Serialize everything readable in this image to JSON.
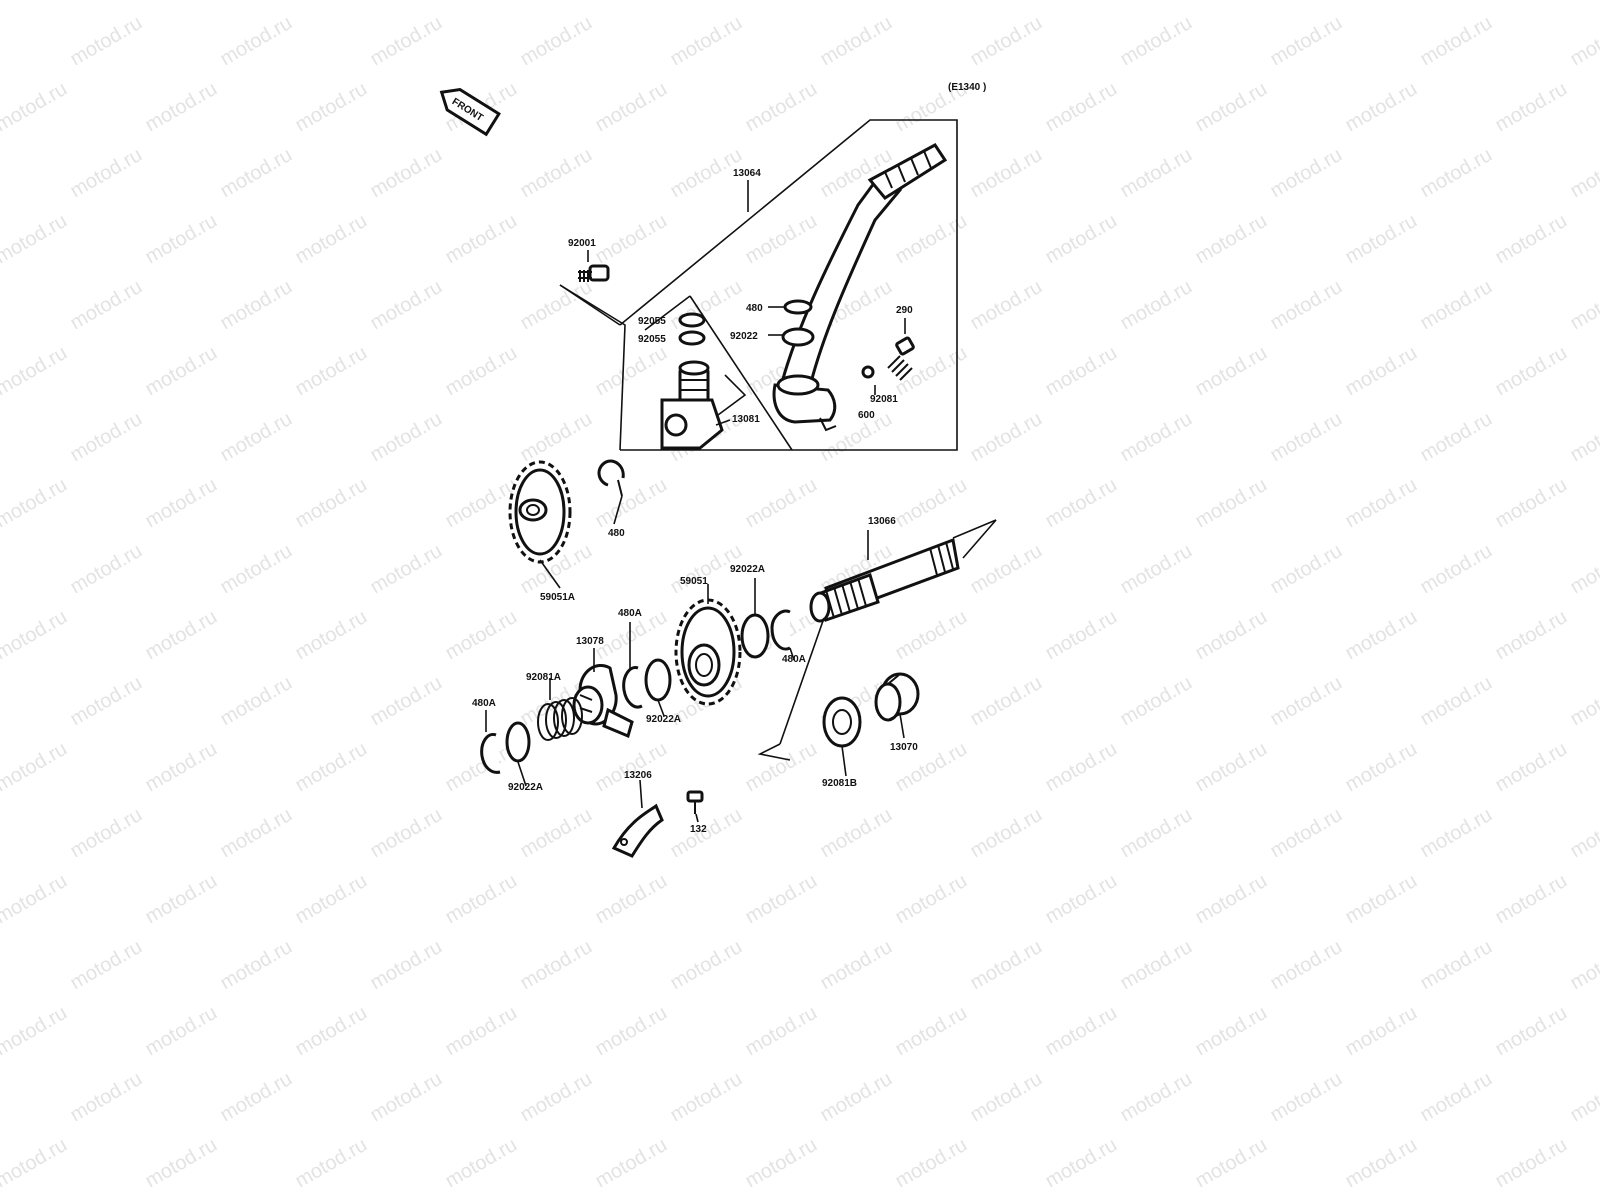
{
  "watermark": "motod.ru",
  "diagram_code": "(E1340 )",
  "front_tag": "FRONT",
  "parts": {
    "p13064": "13064",
    "p92001": "92001",
    "p92055a": "92055",
    "p92055b": "92055",
    "p13081": "13081",
    "p480_top": "480",
    "p92022_top": "92022",
    "p290": "290",
    "p92081": "92081",
    "p600": "600",
    "p480_ring": "480",
    "p59051A": "59051A",
    "p13066": "13066",
    "p92022A_right": "92022A",
    "p59051": "59051",
    "p480A_right": "480A",
    "p480A_mid": "480A",
    "p13078": "13078",
    "p92081A": "92081A",
    "p92022A_mid": "92022A",
    "p480A_left": "480A",
    "p92022A_left": "92022A",
    "p13070": "13070",
    "p92081B": "92081B",
    "p13206": "13206",
    "p132": "132"
  }
}
